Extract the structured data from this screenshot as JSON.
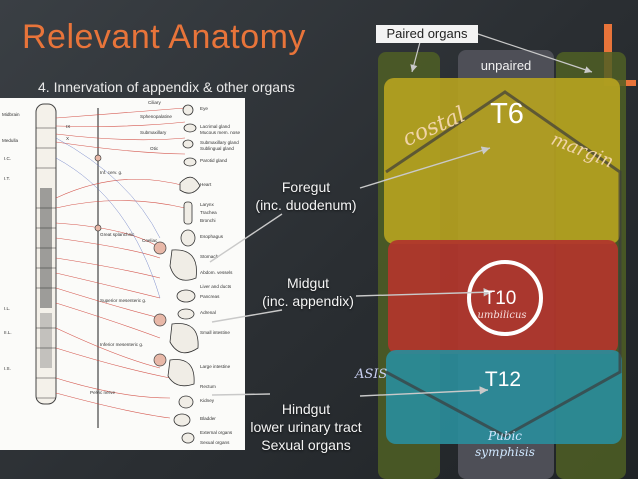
{
  "slide": {
    "title": "Relevant Anatomy",
    "subtitle": "4. Innervation of appendix & other organs"
  },
  "callouts": {
    "foregut": "Foregut\n(inc. duodenum)",
    "midgut": "Midgut\n(inc. appendix)",
    "hindgut": "Hindgut\nlower urinary tract\nSexual organs"
  },
  "abdomen": {
    "paired_label": "Paired organs",
    "unpaired_label": "unpaired",
    "t6": "T6",
    "t10": "T10",
    "t12": "T12",
    "costal": "costal",
    "margin": "margin",
    "umbilicus": "umbilicus",
    "asis": "ASIS",
    "pubic_line1": "Pubic",
    "pubic_line2": "symphisis"
  },
  "colors": {
    "title_accent": "#e8743a",
    "foregut_zone": "#b5a21f",
    "midgut_zone": "#b0362c",
    "hindgut_zone": "#2a8c9a",
    "paired_zone": "#5a6a2a"
  },
  "diagram_labels": {
    "left_column": [
      "Midbrain",
      "Medulla",
      "IX",
      "X",
      "I.C.",
      "I.T.",
      "I.L.",
      "II.L.",
      "I.S."
    ],
    "nerves": [
      "Ciliary",
      "Sphenopalatine",
      "Submaxillary",
      "Otic",
      "Inf. cerv. g.",
      "Great splanchnic",
      "Coeliac",
      "Superior mesenteric g.",
      "Inferior mesenteric g.",
      "Pelvic nerve"
    ],
    "organs": [
      "Eye",
      "Lacrimal gland",
      "Mucous mem. nose and palate",
      "Submaxillary gland",
      "Sublingual gland",
      "Parotid gland",
      "Heart",
      "Larynx",
      "Trachea",
      "Bronchi",
      "Esophagus",
      "Stomach",
      "Abdom. vessels",
      "Liver and ducts",
      "Pancreas",
      "Adrenal",
      "Small intestine",
      "Large intestine",
      "Rectum",
      "Kidney",
      "Bladder",
      "External organs",
      "Sexual organs"
    ]
  }
}
